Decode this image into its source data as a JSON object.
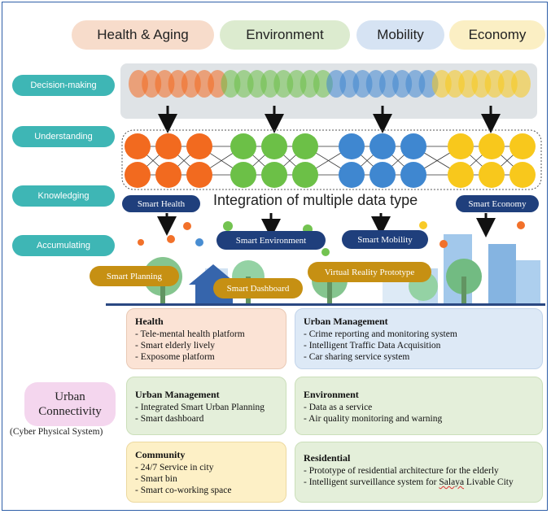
{
  "categories": [
    {
      "label": "Health & Aging",
      "color": "#f7dccb"
    },
    {
      "label": "Environment",
      "color": "#dcebcf"
    },
    {
      "label": "Mobility",
      "color": "#d6e3f3"
    },
    {
      "label": "Economy",
      "color": "#fbefc4"
    }
  ],
  "stages": [
    "Decision-making",
    "Understanding",
    "Knowledging",
    "Accumulating"
  ],
  "integration_text": "Integration of multiple data type",
  "smart_labels": {
    "health": "Smart Health",
    "environment": "Smart Environment",
    "mobility": "Smart Mobility",
    "economy": "Smart Economy",
    "planning": "Smart Planning",
    "dashboard": "Smart Dashboard",
    "vr": "Virtual Reality Prototype"
  },
  "urban": {
    "title_line1": "Urban",
    "title_line2": "Connectivity",
    "subtitle": "(Cyber Physical System)"
  },
  "cards": {
    "health": {
      "title": "Health",
      "items": [
        "- Tele-mental health platform",
        "- Smart elderly lively",
        "- Exposome platform"
      ]
    },
    "urban_management_top": {
      "title": "Urban Management",
      "items": [
        "- Crime reporting and monitoring system",
        "- Intelligent Traffic Data Acquisition",
        "- Car sharing service system"
      ]
    },
    "urban_management_left": {
      "title": "Urban Management",
      "items": [
        "- Integrated Smart Urban Planning",
        "- Smart dashboard"
      ]
    },
    "environment": {
      "title": "Environment",
      "items": [
        "- Data as a service",
        "- Air quality monitoring and warning"
      ]
    },
    "community": {
      "title": "Community",
      "items": [
        "- 24/7 Service in city",
        "- Smart bin",
        "- Smart co-working space"
      ]
    },
    "residential": {
      "title": "Residential",
      "items": [
        "- Prototype of residential architecture for the elderly",
        "- Intelligent surveillance system for "
      ],
      "underlined_word": "Salaya",
      "tail": " Livable City"
    }
  },
  "node_colors": {
    "orange": "#f26a1f",
    "green": "#6cc047",
    "blue": "#3f87d0",
    "yellow": "#f8c81c"
  }
}
